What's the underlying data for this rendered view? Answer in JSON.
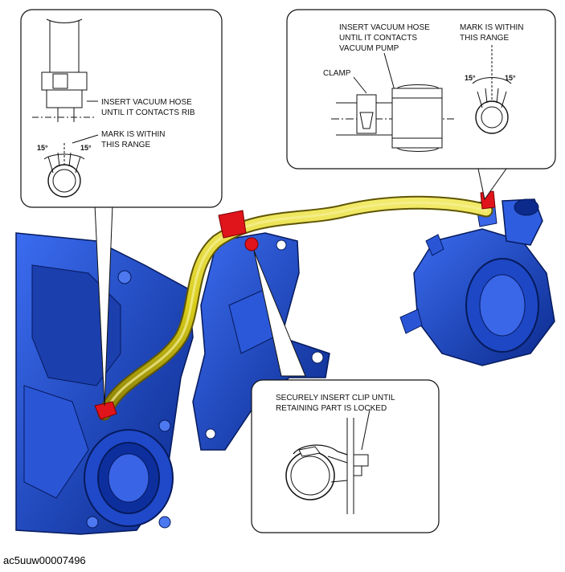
{
  "figure_code": "ac5uuw00007496",
  "callout_top_left": {
    "label1_line1": "INSERT VACUUM HOSE",
    "label1_line2": "UNTIL IT CONTACTS RIB",
    "label2_line1": "MARK IS WITHIN",
    "label2_line2": "THIS RANGE",
    "angle_left": "15°",
    "angle_right": "15°"
  },
  "callout_top_right": {
    "label1_line1": "INSERT VACUUM HOSE",
    "label1_line2": "UNTIL IT CONTACTS",
    "label1_line3": "VACUUM PUMP",
    "label2_line1": "MARK IS WITHIN",
    "label2_line2": "THIS RANGE",
    "clamp_label": "CLAMP",
    "angle_left": "15°",
    "angle_right": "15°"
  },
  "callout_bottom": {
    "line1": "SECURELY INSERT CLIP UNTIL",
    "line2": "RETAINING PART IS LOCKED"
  },
  "colors": {
    "engine_blue": "#1f4fd8",
    "engine_dark": "#0b2a8c",
    "hose_yellow": "#d8cc1a",
    "marker_red": "#e0141b"
  }
}
